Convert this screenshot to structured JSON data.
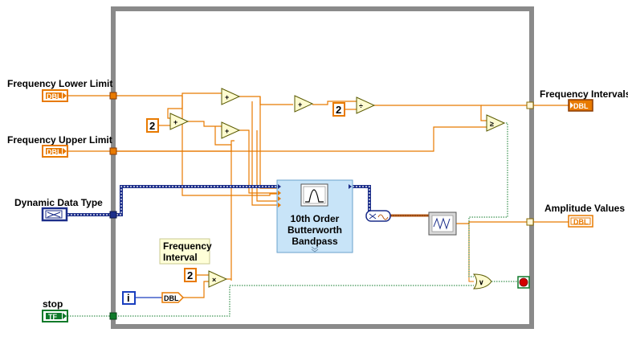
{
  "controls": {
    "freq_lower": {
      "label": "Frequency Lower Limit",
      "type": "DBL"
    },
    "freq_upper": {
      "label": "Frequency Upper Limit",
      "type": "DBL"
    },
    "dynamic": {
      "label": "Dynamic Data Type"
    },
    "stop": {
      "label": "stop",
      "type": "TF"
    }
  },
  "indicators": {
    "freq_intervals": {
      "label": "Frequency Intervals",
      "type": "DBL"
    },
    "amplitude_values": {
      "label": "Amplitude Values",
      "type": "DBL"
    }
  },
  "constants": {
    "two_a": "2",
    "two_b": "2",
    "two_c": "2"
  },
  "express_vi": {
    "line1": "10th Order",
    "line2": "Butterworth",
    "line3": "Bandpass"
  },
  "free_label": {
    "line1": "Frequency",
    "line2": "Interval"
  },
  "iteration": {
    "symbol": "i",
    "convert": "DBL"
  },
  "functions": {
    "add": "+",
    "multiply": "×",
    "divide": "÷",
    "compare": "≥",
    "or": "∨"
  },
  "colors": {
    "frame": "#808080",
    "orange": "#e87a00",
    "dynamic": "#1c2e8a",
    "boolean": "#0f7a2a",
    "stop_red": "#d40000"
  }
}
